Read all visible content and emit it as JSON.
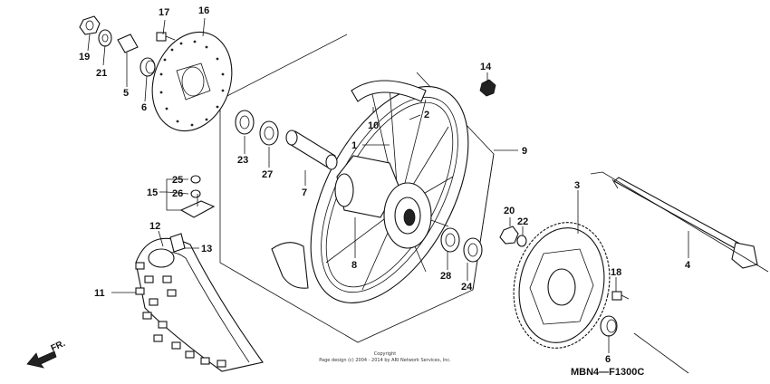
{
  "diagram": {
    "code": "MBN4—F1300C",
    "direction_label": "FR.",
    "copyright_line1": "Copyright",
    "copyright_line2": "Page design (c) 2004 - 2014 by ARI Network Services, Inc.",
    "callouts": {
      "p1": "1",
      "p2": "2",
      "p3": "3",
      "p4": "4",
      "p5": "5",
      "p6a": "6",
      "p6b": "6",
      "p7": "7",
      "p8": "8",
      "p9": "9",
      "p10": "10",
      "p11": "11",
      "p12": "12",
      "p13": "13",
      "p14": "14",
      "p15": "15",
      "p16": "16",
      "p17": "17",
      "p18": "18",
      "p19": "19",
      "p20": "20",
      "p21": "21",
      "p22": "22",
      "p23": "23",
      "p24": "24",
      "p25": "25",
      "p26": "26",
      "p27": "27",
      "p28": "28"
    }
  }
}
